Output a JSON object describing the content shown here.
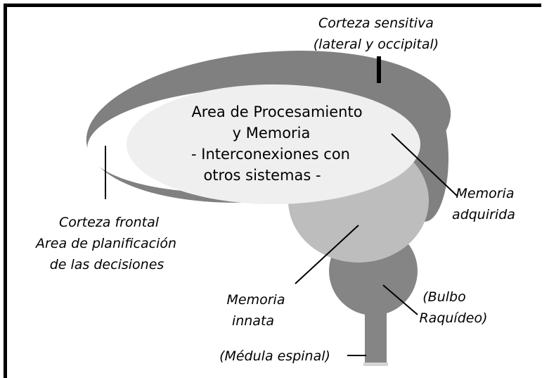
{
  "colors": {
    "background": "#ffffff",
    "frame": "#000000",
    "outer_cortex": "#808080",
    "frontal_area": "#ffffff",
    "processing_area": "#efefef",
    "innate_memory_area": "#bdbdbd",
    "medulla_area": "#858585",
    "leader_lines": "#000000"
  },
  "labels": {
    "center_line1": "Area de Procesamiento",
    "center_line2": "y Memoria",
    "center_line3": "- Interconexiones con",
    "center_line4": "otros sistemas -",
    "sensory_line1": "Corteza sensitiva",
    "sensory_line2": "(lateral y occipital)",
    "frontal_line1": "Corteza frontal",
    "frontal_line2": "Area de planificación",
    "frontal_line3": "de las decisiones",
    "acquired_line1": "Memoria",
    "acquired_line2": "adquirida",
    "innate_line1": "Memoria",
    "innate_line2": "innata",
    "bulb_line1": "(Bulbo",
    "bulb_line2": "Raquídeo)",
    "spinal": "(Médula espinal)"
  }
}
